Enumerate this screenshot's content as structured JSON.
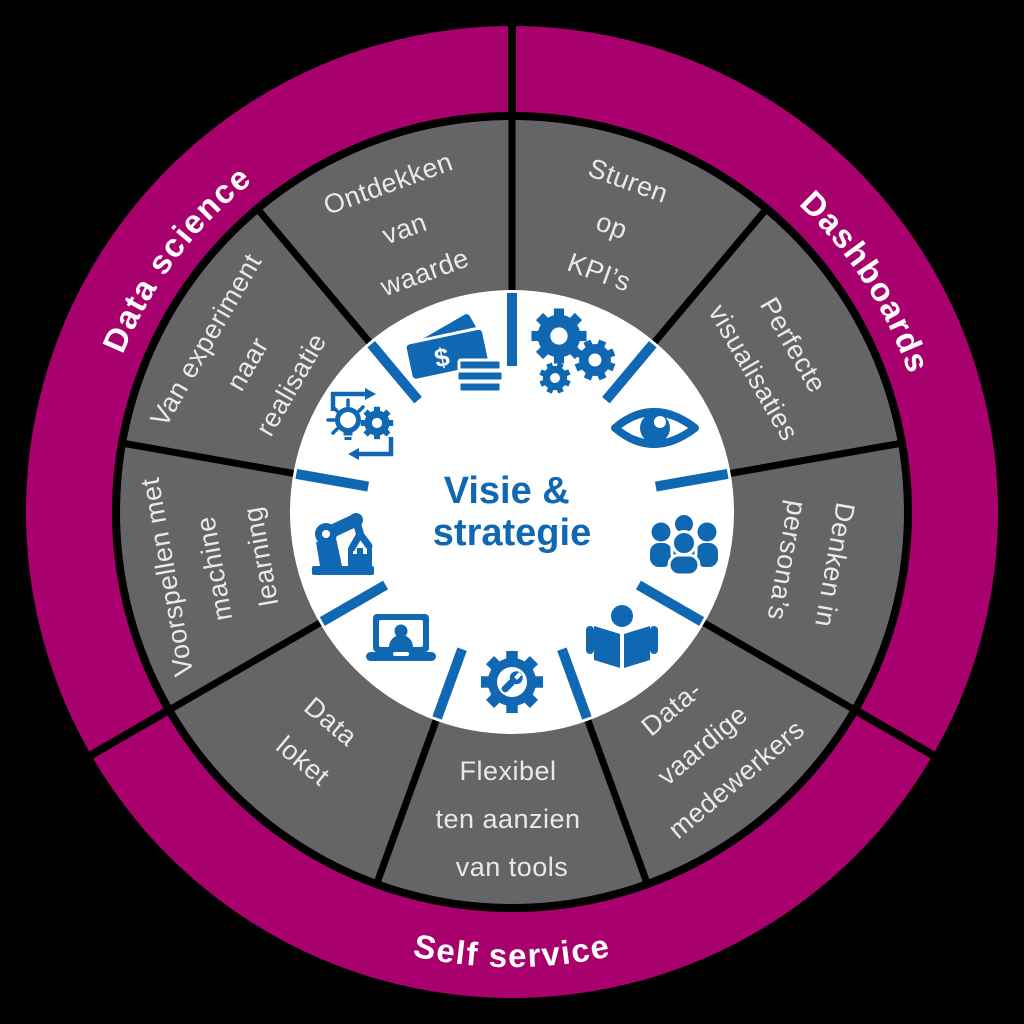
{
  "colors": {
    "background": "#000000",
    "magenta": "#A8016D",
    "gray": "#656466",
    "white": "#FFFFFF",
    "blue": "#1168B2",
    "label": "#EAE9E9",
    "black": "#000000"
  },
  "center": {
    "lines": [
      "Visie &",
      "strategie"
    ]
  },
  "ring_labels": [
    {
      "label": "Data science"
    },
    {
      "label": "Dashboards"
    },
    {
      "label": "Self service"
    }
  ],
  "segments": [
    {
      "label_lines": [
        "Sturen",
        "op",
        "KPI’s"
      ],
      "icon": "gears"
    },
    {
      "label_lines": [
        "Perfecte",
        "visualisaties"
      ],
      "icon": "eye"
    },
    {
      "label_lines": [
        "Denken in",
        "persona’s"
      ],
      "icon": "people-group"
    },
    {
      "label_lines": [
        "Data-",
        "vaardige",
        "medewerkers"
      ],
      "icon": "person-reading"
    },
    {
      "label_lines": [
        "Flexibel",
        "ten aanzien",
        "van tools"
      ],
      "icon": "gear-wrench"
    },
    {
      "label_lines": [
        "Data",
        "loket"
      ],
      "icon": "laptop-video-call"
    },
    {
      "label_lines": [
        "Voorspellen met",
        "machine",
        "learning"
      ],
      "icon": "robot-arm"
    },
    {
      "label_lines": [
        "Van experiment",
        "naar",
        "realisatie"
      ],
      "icon": "idea-gear-cycle"
    },
    {
      "label_lines": [
        "Ontdekken",
        "van",
        "waarde"
      ],
      "icon": "money"
    }
  ]
}
